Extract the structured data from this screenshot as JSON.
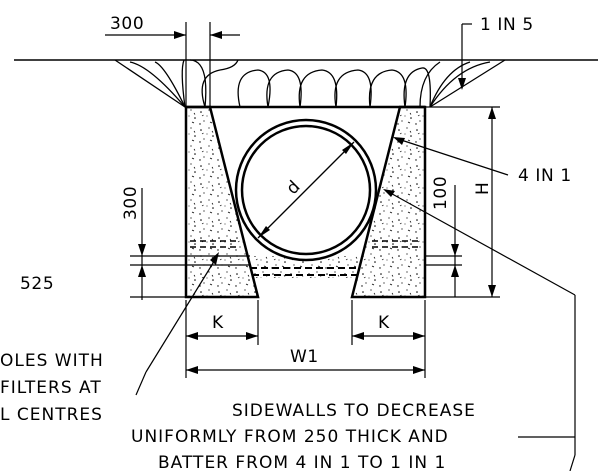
{
  "drawing": {
    "dim_top_300": "300",
    "ground_slope": "1 IN 5",
    "batter_slope": "4 IN 1",
    "pipe_diameter": "d",
    "dim_left_300": "300",
    "dim_100": "100",
    "dim_height": "H",
    "dim_525": "525",
    "dim_k_left": "K",
    "dim_k_right": "K",
    "dim_width": "W1",
    "note_weep_holes": [
      "OLES WITH",
      "FILTERS AT",
      "L CENTRES"
    ],
    "note_sidewalls": [
      "SIDEWALLS TO DECREASE",
      "UNIFORMLY FROM 250 THICK AND",
      "BATTER FROM 4 IN 1 TO 1 IN 1"
    ]
  }
}
